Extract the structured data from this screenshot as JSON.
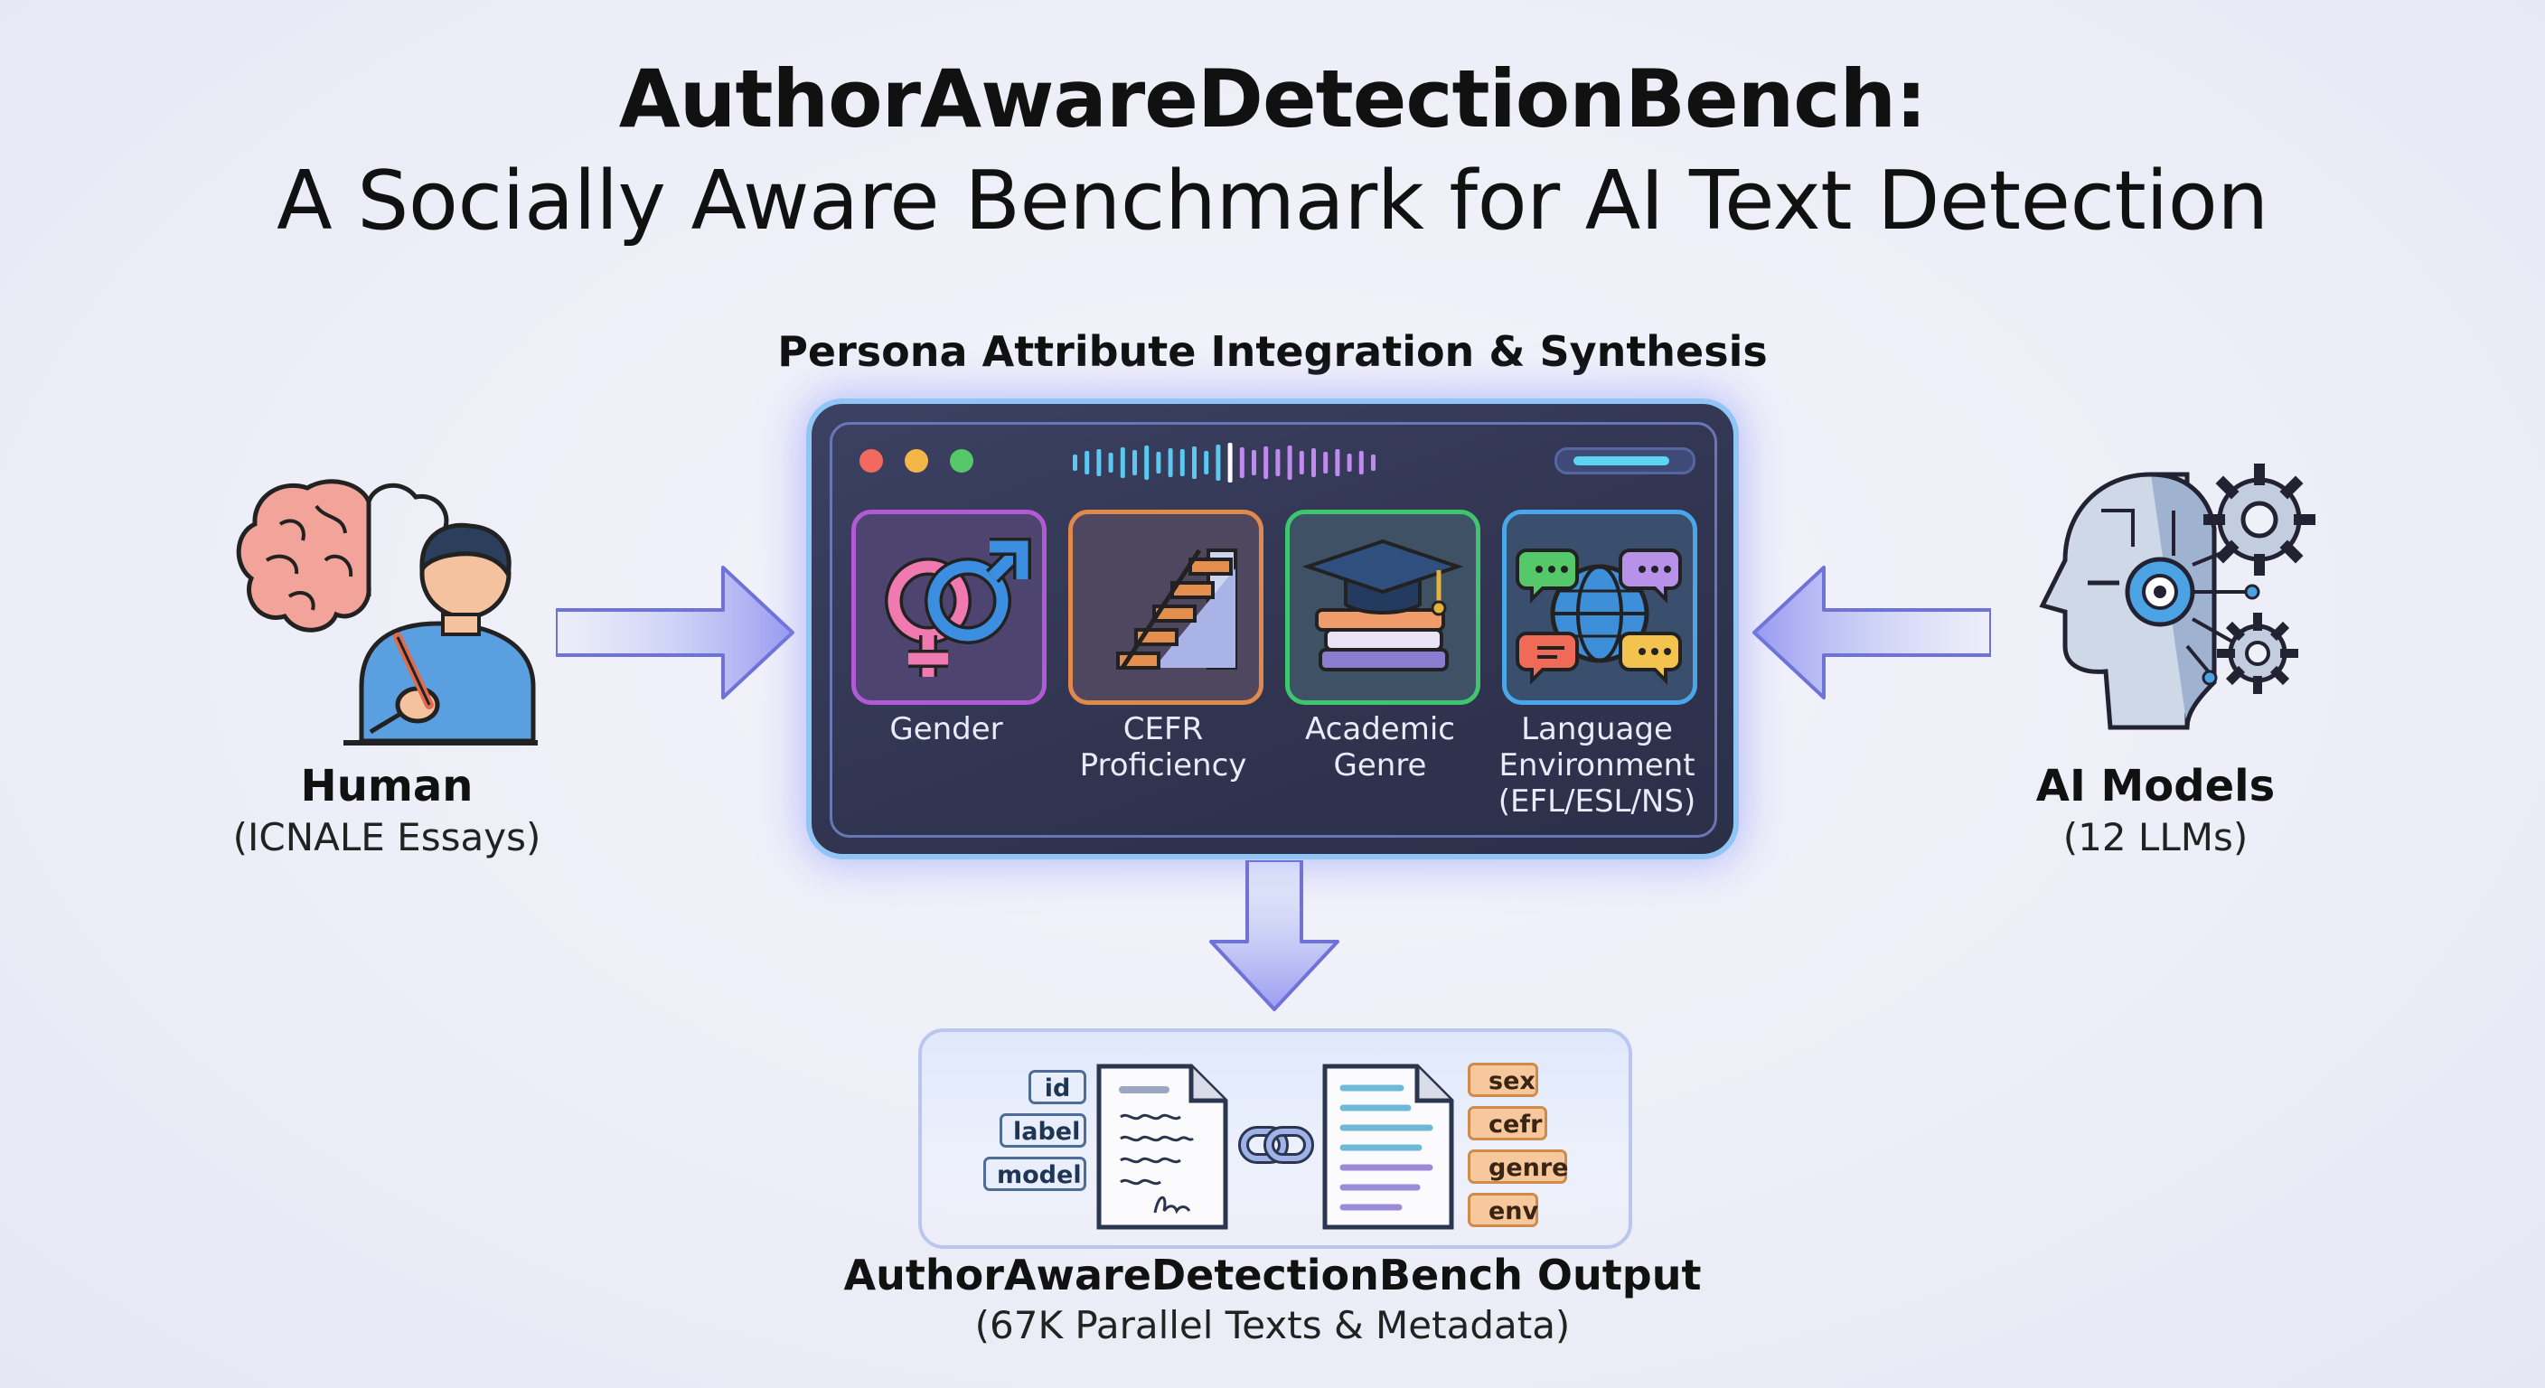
{
  "title": {
    "line1": "AuthorAwareDetectionBench:",
    "line2": "A Socially Aware Benchmark for AI Text Detection"
  },
  "panel": {
    "heading": "Persona Attribute Integration & Synthesis",
    "attributes": [
      {
        "label_lines": [
          "Gender"
        ],
        "icon": "gender-symbols-icon",
        "border": "#b25ad6"
      },
      {
        "label_lines": [
          "CEFR",
          "Proficiency"
        ],
        "icon": "staircase-icon",
        "border": "#e0894a"
      },
      {
        "label_lines": [
          "Academic",
          "Genre"
        ],
        "icon": "graduation-books-icon",
        "border": "#3fc46f"
      },
      {
        "label_lines": [
          "Language",
          "Environment",
          "(EFL/ESL/NS)"
        ],
        "icon": "globe-chat-icon",
        "border": "#49a7e8"
      }
    ]
  },
  "human": {
    "title": "Human",
    "subtitle": "(ICNALE Essays)",
    "icons": [
      "brain-icon",
      "person-writing-icon"
    ]
  },
  "ai": {
    "title": "AI Models",
    "subtitle": "(12 LLMs)",
    "icons": [
      "robot-head-gears-icon"
    ]
  },
  "output": {
    "title": "AuthorAwareDetectionBench Output",
    "subtitle": "(67K Parallel Texts & Metadata)",
    "left_tags": [
      "id",
      "label",
      "model"
    ],
    "right_tags": [
      "sex",
      "cefr",
      "genre",
      "env"
    ],
    "icons": [
      "handwritten-document-icon",
      "link-icon",
      "typed-document-icon"
    ]
  },
  "colors": {
    "accent_blue": "#7fa6ee",
    "accent_purple": "#9a82ea",
    "panel_bg": "#33374f",
    "panel_glow": "#8fc6f5",
    "tag_orange": "#f7c89c"
  }
}
